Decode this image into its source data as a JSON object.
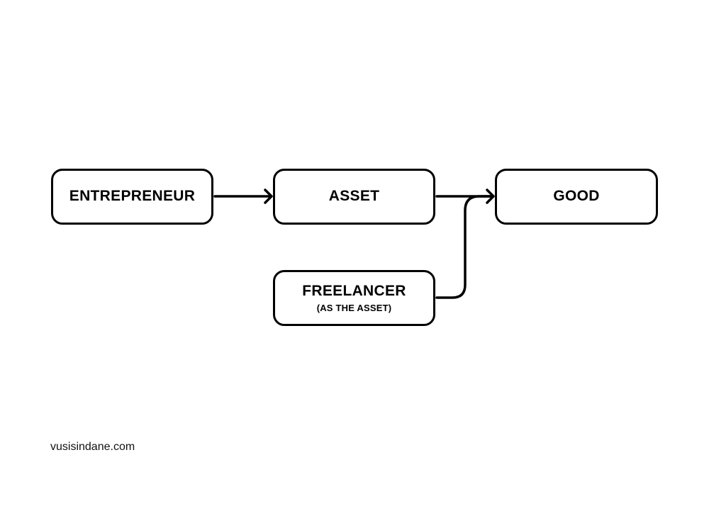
{
  "nodes": {
    "entrepreneur": {
      "label": "ENTREPRENEUR"
    },
    "asset": {
      "label": "ASSET"
    },
    "good": {
      "label": "GOOD"
    },
    "freelancer": {
      "label": "FREELANCER",
      "sublabel": "(AS THE ASSET)"
    }
  },
  "edges": [
    {
      "from": "entrepreneur",
      "to": "asset"
    },
    {
      "from": "asset",
      "to": "good"
    },
    {
      "from": "freelancer",
      "to": "good"
    }
  ],
  "footer": {
    "text": "vusisindane.com"
  },
  "colors": {
    "stroke": "#000000",
    "background": "#ffffff"
  }
}
